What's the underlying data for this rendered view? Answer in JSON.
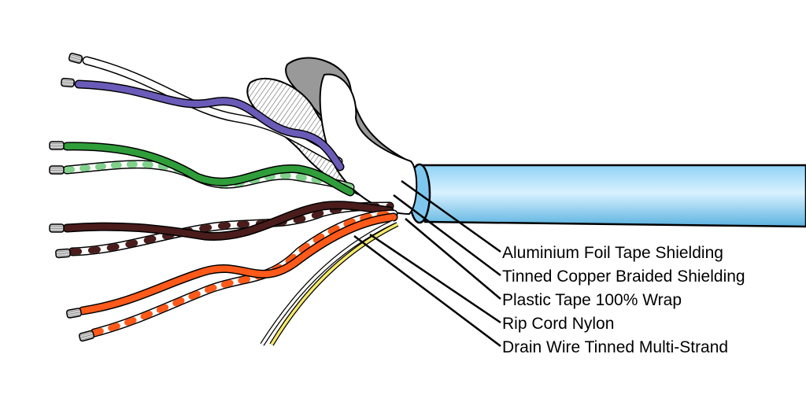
{
  "labels": [
    "Aluminium Foil Tape Shielding",
    "Tinned Copper Braided Shielding",
    "Plastic Tape 100% Wrap",
    "Rip Cord Nylon",
    "Drain Wire Tinned Multi-Strand"
  ],
  "colors": {
    "jacket_light": "#d9f1ff",
    "jacket_mid": "#8fd2f5",
    "jacket_dark": "#5bb3e0",
    "blue_pair": "#6b5bb8",
    "green_pair": "#2f9e3a",
    "brown_pair": "#4a1c1c",
    "orange_pair": "#ff5a1a",
    "foil": "#999999",
    "drain_wire": "#f5e96a"
  }
}
